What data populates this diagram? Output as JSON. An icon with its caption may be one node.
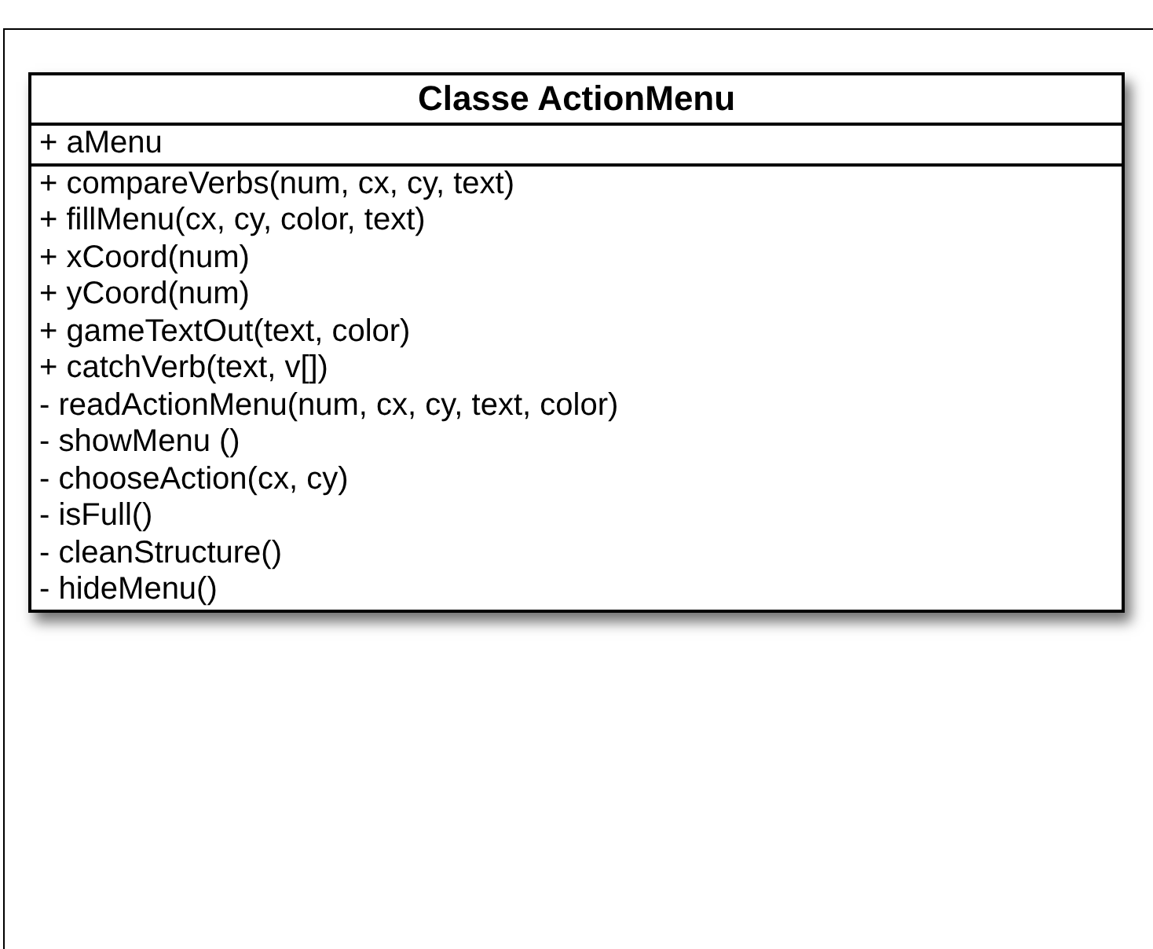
{
  "diagram": {
    "nodes": [
      {
        "text": [
          "Classe ActionMenu",
          "+ aMenu",
          "+ compareVerbs(num, cx, cy, text)",
          "+ fillMenu(cx, cy, color, text)",
          "+ xCoord(num)",
          "+ yCoord(num)",
          "+ gameTextOut(text, color)",
          "+ catchVerb(text, v[])",
          "- readActionMenu(num, cx, cy, text, color)",
          "- showMenu ()",
          "- chooseAction(cx, cy)",
          "- isFull()",
          "- cleanStructure()",
          "- hideMenu()"
        ]
      }
    ]
  }
}
